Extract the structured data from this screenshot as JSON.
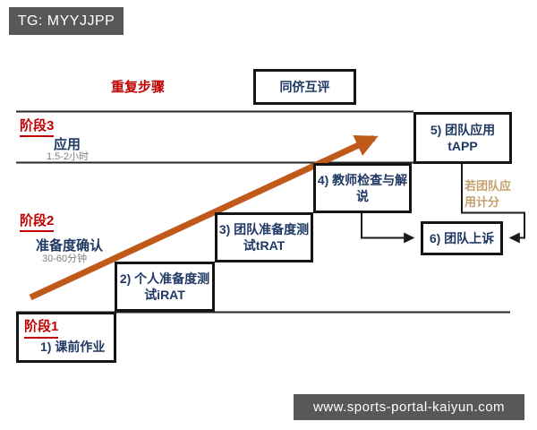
{
  "watermarks": {
    "top_left": "TG: MYYJJPP",
    "bottom_right": "www.sports-portal-kaiyun.com"
  },
  "annotations": {
    "repeat_steps": "重复步骤",
    "peer_evaluation": "同侪互评",
    "if_scored_line1": "若团队应",
    "if_scored_line2": "用计分"
  },
  "stages": {
    "stage3": {
      "name": "阶段3",
      "subtitle": "应用",
      "duration": "1.5-2小时"
    },
    "stage2": {
      "name": "阶段2",
      "subtitle": "准备度确认",
      "duration": "30-60分钟"
    },
    "stage1": {
      "name": "阶段1"
    }
  },
  "steps": {
    "step1": {
      "label": "1) 课前作业"
    },
    "step2": {
      "line1": "2) 个人准备度测",
      "line2": "试iRAT"
    },
    "step3": {
      "line1": "3) 团队准备度测",
      "line2": "试tRAT"
    },
    "step4": {
      "line1": "4) 教师检查与解",
      "line2": "说"
    },
    "step5": {
      "line1": "5) 团队应用",
      "line2": "tAPP"
    },
    "step6": {
      "label": "6) 团队上诉"
    }
  },
  "colors": {
    "stage_red": "#c00000",
    "text_navy": "#1f3864",
    "duration_gray": "#7f7f7f",
    "conditional_tan": "#c4a06d",
    "arrow_orange": "#c05a1a",
    "watermark_gray": "#58585b",
    "line_black": "#1a1a1a"
  }
}
